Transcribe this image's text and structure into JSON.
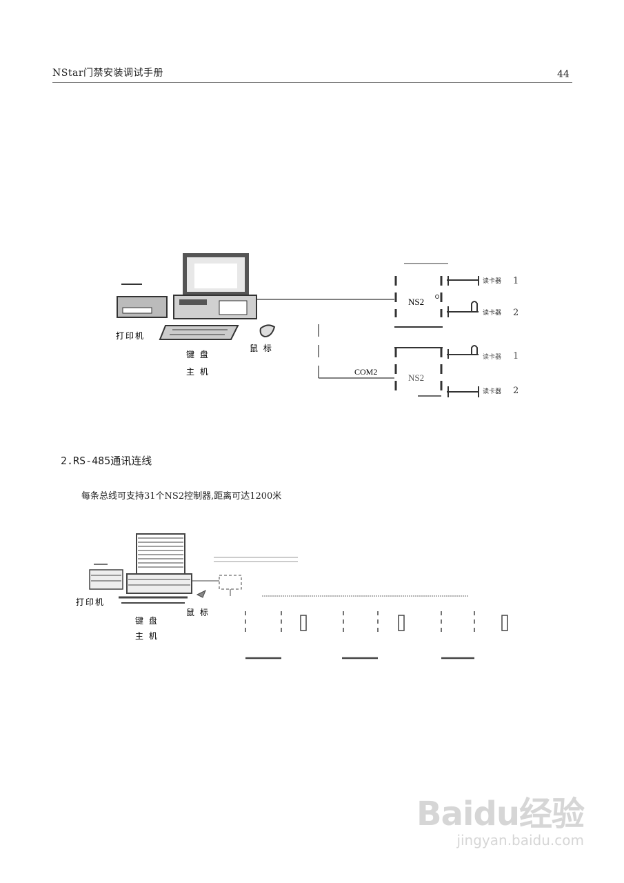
{
  "header": {
    "title": "NStar门禁安装调试手册",
    "page_number": "44"
  },
  "diagram1": {
    "printer": "打印机",
    "keyboard": "键 盘",
    "host": "主 机",
    "mouse": "鼠 标",
    "com_port": "COM2",
    "controller": "NS2",
    "reader_label": "读卡器",
    "reader_1": "1",
    "reader_2": "2"
  },
  "section": {
    "title": "2.RS-485通讯连线",
    "paragraph": "每条总线可支持31个NS2控制器,距离可达1200米"
  },
  "diagram2": {
    "printer": "打印机",
    "keyboard": "键 盘",
    "host": "主 机",
    "mouse": "鼠 标"
  },
  "watermark": {
    "brand": "Baidu经验",
    "url": "jingyan.baidu.com"
  }
}
